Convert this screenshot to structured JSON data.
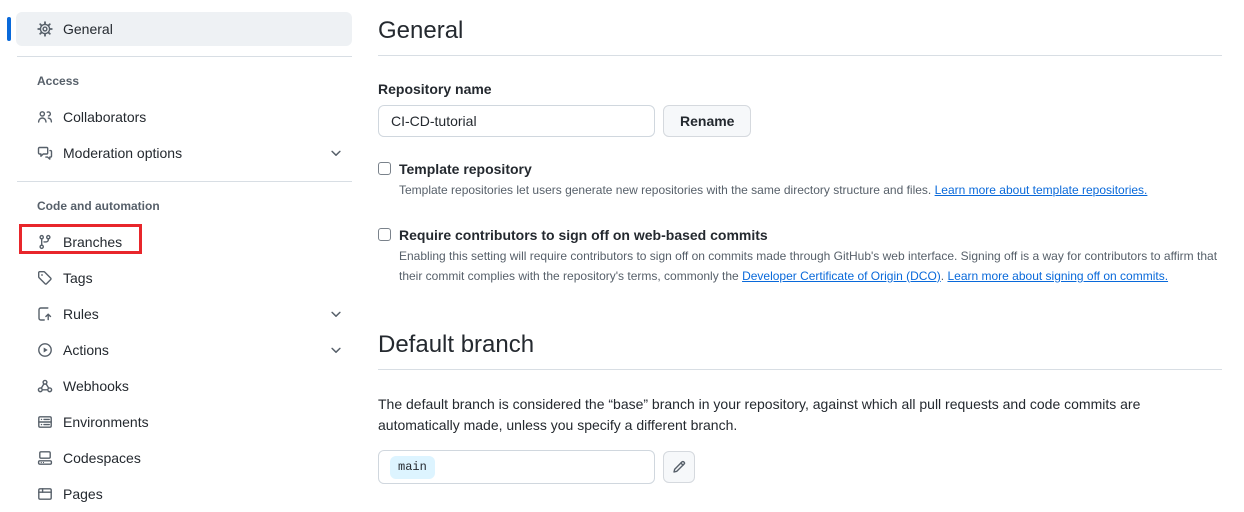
{
  "sidebar": {
    "selected": {
      "label": "General",
      "icon": "gear-icon"
    },
    "sections": [
      {
        "label": "Access",
        "items": [
          {
            "label": "Collaborators",
            "icon": "people-icon",
            "chevron": false
          },
          {
            "label": "Moderation options",
            "icon": "comment-discussion-icon",
            "chevron": true
          }
        ]
      },
      {
        "label": "Code and automation",
        "items": [
          {
            "label": "Branches",
            "icon": "git-branch-icon",
            "chevron": false,
            "highlighted": true
          },
          {
            "label": "Tags",
            "icon": "tag-icon",
            "chevron": false
          },
          {
            "label": "Rules",
            "icon": "rules-icon",
            "chevron": true
          },
          {
            "label": "Actions",
            "icon": "play-circle-icon",
            "chevron": true
          },
          {
            "label": "Webhooks",
            "icon": "webhook-icon",
            "chevron": false
          },
          {
            "label": "Environments",
            "icon": "server-icon",
            "chevron": false
          },
          {
            "label": "Codespaces",
            "icon": "codespaces-icon",
            "chevron": false
          },
          {
            "label": "Pages",
            "icon": "browser-icon",
            "chevron": false
          }
        ]
      }
    ]
  },
  "main": {
    "title": "General",
    "repo_name": {
      "label": "Repository name",
      "value": "CI-CD-tutorial",
      "button": "Rename"
    },
    "template": {
      "label": "Template repository",
      "description": "Template repositories let users generate new repositories with the same directory structure and files.",
      "link": "Learn more about template repositories."
    },
    "signoff": {
      "label": "Require contributors to sign off on web-based commits",
      "desc1": "Enabling this setting will require contributors to sign off on commits made through GitHub's web interface. Signing off is a way for contributors to affirm that their commit complies with the repository's terms, commonly the ",
      "link1": "Developer Certificate of Origin (DCO)",
      "sep": ". ",
      "link2": "Learn more about signing off on commits."
    },
    "default_branch": {
      "title": "Default branch",
      "description": "The default branch is considered the “base” branch in your repository, against which all pull requests and code commits are automatically made, unless you specify a different branch.",
      "value": "main"
    }
  },
  "annotation": {
    "shape": "red-rectangle-highlight",
    "target": "Branches sidebar item",
    "color": "#e8262b"
  },
  "colors": {
    "accent": "#0969da",
    "link": "#0969da",
    "text": "#24292f",
    "muted": "#57606a",
    "border": "#d0d7de",
    "selected_bg": "#eef1f4",
    "button_bg": "#f6f8fa",
    "branch_badge_bg": "#ddf4ff",
    "highlight_red": "#e8262b"
  }
}
